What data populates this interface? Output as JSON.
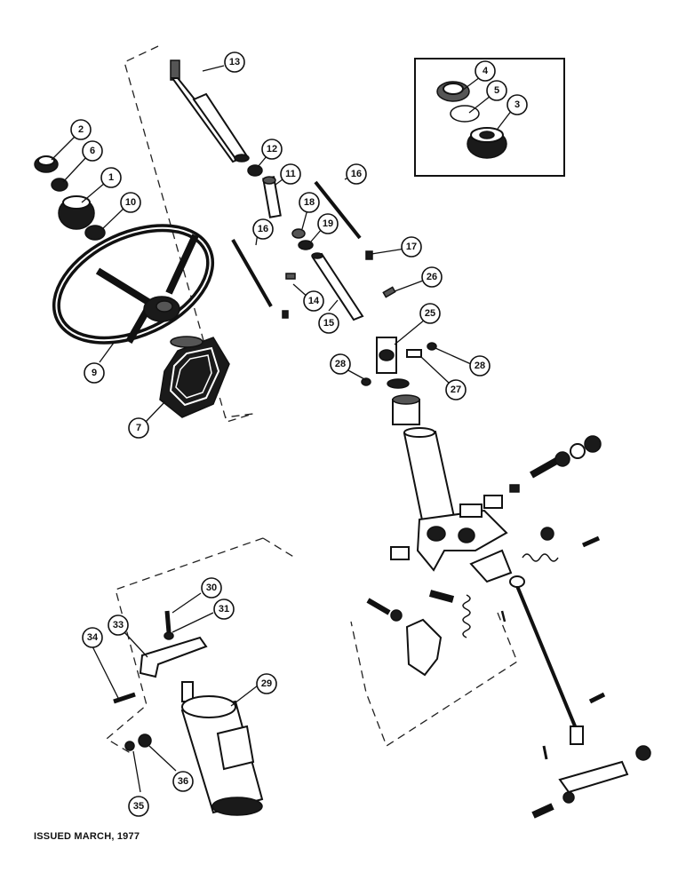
{
  "footer": {
    "issued": "ISSUED MARCH, 1977"
  },
  "callouts": [
    {
      "n": "1"
    },
    {
      "n": "2"
    },
    {
      "n": "3"
    },
    {
      "n": "4"
    },
    {
      "n": "5"
    },
    {
      "n": "6"
    },
    {
      "n": "7"
    },
    {
      "n": "9"
    },
    {
      "n": "10"
    },
    {
      "n": "11"
    },
    {
      "n": "12"
    },
    {
      "n": "13"
    },
    {
      "n": "14"
    },
    {
      "n": "15"
    },
    {
      "n": "16"
    },
    {
      "n": "16"
    },
    {
      "n": "17"
    },
    {
      "n": "18"
    },
    {
      "n": "19"
    },
    {
      "n": "25"
    },
    {
      "n": "26"
    },
    {
      "n": "27"
    },
    {
      "n": "28"
    },
    {
      "n": "28"
    },
    {
      "n": "29"
    },
    {
      "n": "30"
    },
    {
      "n": "31"
    },
    {
      "n": "33"
    },
    {
      "n": "34"
    },
    {
      "n": "35"
    },
    {
      "n": "36"
    }
  ]
}
